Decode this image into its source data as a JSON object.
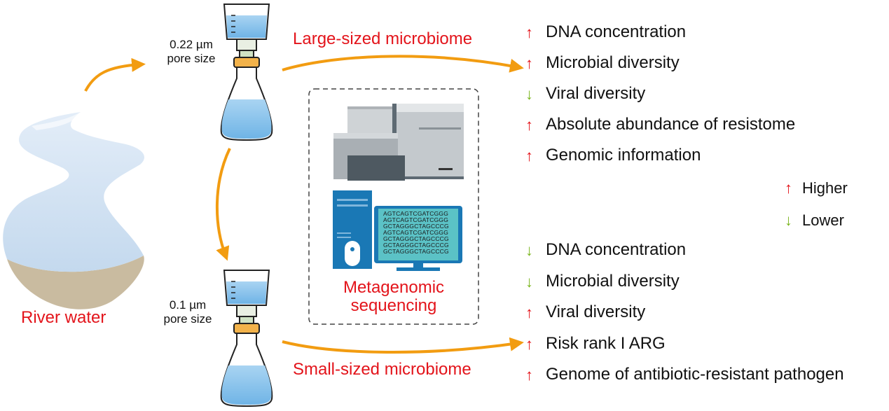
{
  "source": {
    "label": "River water",
    "color": "#e3141b"
  },
  "filters": [
    {
      "pore_label_1": "0.22 µm",
      "pore_label_2": "pore size"
    },
    {
      "pore_label_1": "0.1 µm",
      "pore_label_2": "pore size"
    }
  ],
  "flows": {
    "large": "Large-sized microbiome",
    "small": "Small-sized microbiome"
  },
  "center": {
    "title_1": "Metagenomic",
    "title_2": "sequencing",
    "dna_lines": [
      "AGTCAGTCGATCGGG",
      "AGTCAGTCGATCGGG",
      "GCTAGGGCTAGCCCG",
      "AGTCAGTCGATCGGG",
      "GCTAGGGCTAGCCCG",
      "GCTAGGGCTAGCCCG",
      "GCTAGGGCTAGCCCG"
    ]
  },
  "large_results": [
    {
      "dir": "up",
      "text": "DNA concentration"
    },
    {
      "dir": "up",
      "text": "Microbial diversity"
    },
    {
      "dir": "down",
      "text": "Viral diversity"
    },
    {
      "dir": "up",
      "text": "Absolute abundance of resistome"
    },
    {
      "dir": "up",
      "text": "Genomic information"
    }
  ],
  "legend": {
    "higher": "Higher",
    "lower": "Lower"
  },
  "small_results": [
    {
      "dir": "down",
      "text": "DNA concentration"
    },
    {
      "dir": "down",
      "text": "Microbial diversity"
    },
    {
      "dir": "up",
      "text": "Viral diversity"
    },
    {
      "dir": "up",
      "text": "Risk rank I ARG"
    },
    {
      "dir": "up",
      "text": "Genome of antibiotic-resistant pathogen"
    }
  ],
  "colors": {
    "accent_red": "#e3141b",
    "up": "#e3141b",
    "down": "#7ab51d",
    "flow_arrow": "#f29c11",
    "water": "#c9dff2",
    "screen": "#5bc2c6",
    "computer": "#1a78b5"
  },
  "arrow_glyphs": {
    "up": "↑",
    "down": "↓"
  }
}
